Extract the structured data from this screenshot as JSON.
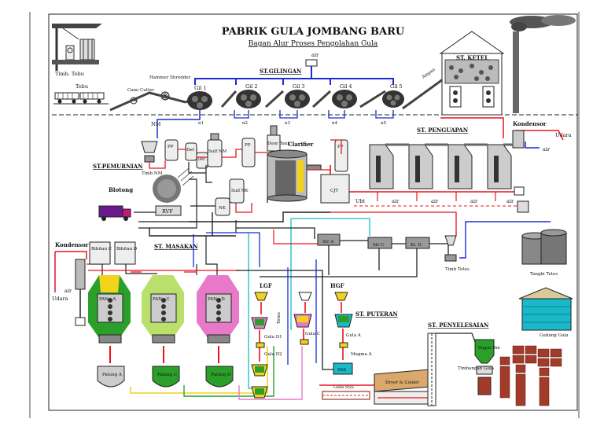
{
  "title": "PABRIK GULA JOMBANG BARU",
  "subtitle": "Bagan Alur Proses Pengolahan Gula",
  "stations": {
    "gilingan": "ST.GILINGAN",
    "ketel": "ST. KETEL",
    "penguapan": "ST. PENGUAPAN",
    "pemurnian": "ST.PEMURNIAN",
    "masakan": "ST. MASAKAN",
    "puteran": "ST. PUTERAN",
    "penyelesaian": "ST. PENYELESAIAN"
  },
  "labels": {
    "timb_tebu": "Timb. Tebu",
    "tebu": "Tebu",
    "cane_cutter": "Cane Cutter",
    "hammer_shredder": "Hammer Shredder",
    "gil1": "Gil 1",
    "gil2": "Gil 2",
    "gil3": "Gil 3",
    "gil4": "Gil 4",
    "gil5": "Gil 5",
    "ampas": "Ampas",
    "air": "air",
    "nm": "NM",
    "n1": "n1",
    "n2": "n2",
    "n3": "n3",
    "n4": "n4",
    "n5": "n5",
    "pp": "PP",
    "def1": "Def 1",
    "def2": "Def 2",
    "sulf_nm": "Sulf NM",
    "sulf_nk": "Sulf NK",
    "door_tank": "Door Tank",
    "clarifier": "Clarifier",
    "cjt": "CJT",
    "ubt": "Ubt",
    "timb_nm": "Timb NM",
    "blotong": "Blotong",
    "rvf": "RVF",
    "nk": "NK",
    "kondensor": "Kondensor",
    "udara": "Udara",
    "str_a": "Str A",
    "str_c": "Str C",
    "kl_d": "Kl. D",
    "timb_tetes": "Timb Tetes",
    "tangki_tetes": "Tangki Tetes",
    "bibitan_c": "Bibitan C",
    "bibitan_d": "Bibitan D",
    "pan_a": "PAN - A",
    "pan_c": "PAN - C",
    "pan_d": "PAN - D",
    "palung_a": "Palung A",
    "palung_c": "Palung C",
    "palung_d": "Palung D",
    "lgf": "LGF",
    "hgf": "HGF",
    "gula_d1": "Gula D1",
    "gula_d2": "Gula D2",
    "gula_c": "Gula C",
    "gula_a": "Gula A",
    "magma_a": "Magma A",
    "sss": "SSS",
    "gula_sss": "Gula SSS",
    "dryer_cooler": "Dryer & Cooler",
    "sugar_bin": "Sugar Bin",
    "timbangan_gula": "Timbangan Gula",
    "gudang_gula": "Gudang Gula",
    "tetes": "Tetes"
  },
  "colors": {
    "red": "#e8141c",
    "blue": "#1a2bd6",
    "black": "#111111",
    "green": "#2aa02a",
    "yellow": "#f2d21a",
    "cyan": "#1ab8c8",
    "pink": "#e879c8",
    "gray": "#9a9a9a",
    "brick": "#a23b2a"
  }
}
